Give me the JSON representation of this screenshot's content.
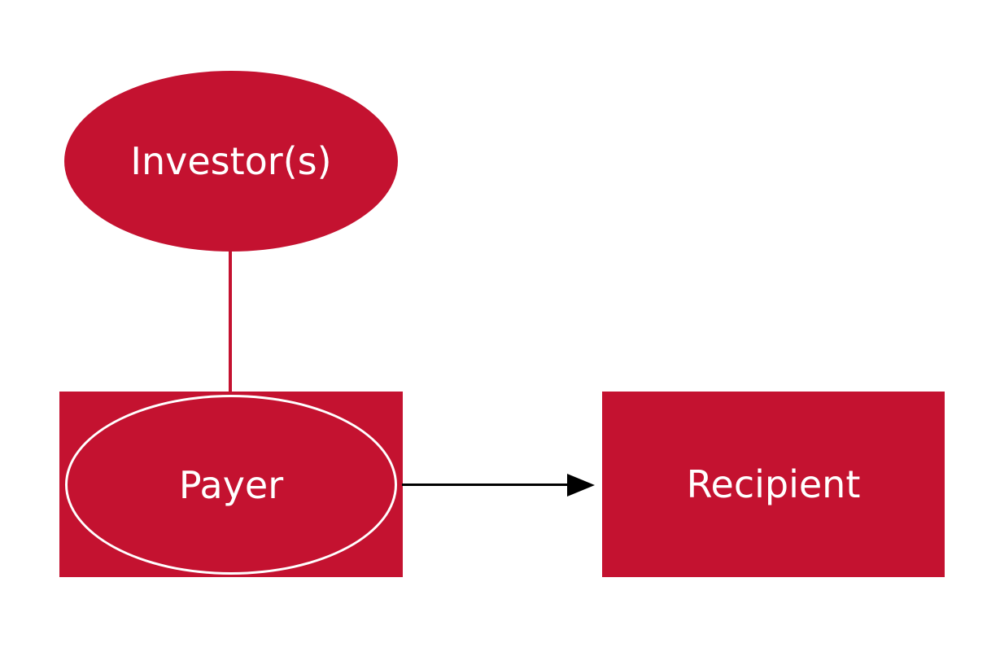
{
  "diagram": {
    "colors": {
      "primary": "#C41230",
      "outline": "#FFFFFF",
      "arrow": "#000000",
      "background": "#FFFFFF"
    },
    "nodes": {
      "investor": {
        "label": "Investor(s)",
        "shape": "ellipse"
      },
      "payer": {
        "label": "Payer",
        "shape": "rectangle-with-inner-ellipse"
      },
      "recipient": {
        "label": "Recipient",
        "shape": "rectangle"
      }
    },
    "edges": [
      {
        "from": "investor",
        "to": "payer",
        "style": "line"
      },
      {
        "from": "payer",
        "to": "recipient",
        "style": "arrow"
      }
    ]
  }
}
